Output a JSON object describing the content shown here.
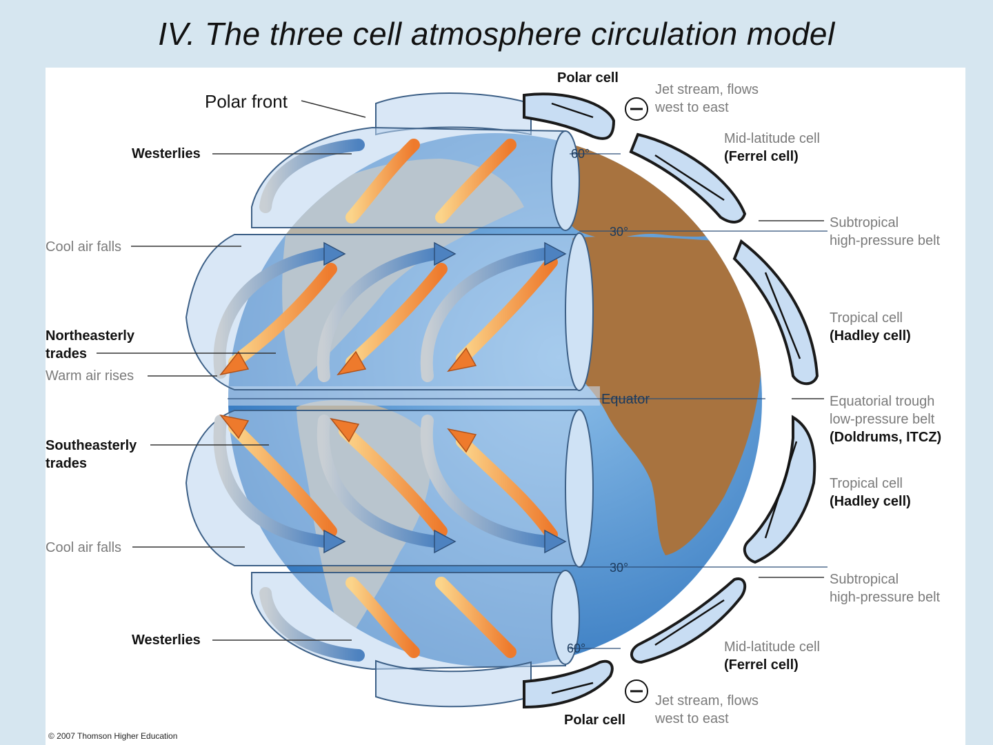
{
  "title": "IV. The three cell atmosphere circulation model",
  "left_labels": {
    "polar_front": "Polar front",
    "westerlies_top": "Westerlies",
    "cool_air_falls_top": "Cool air falls",
    "ne_trades_1": "Northeasterly",
    "ne_trades_2": "trades",
    "warm_air_rises": "Warm air rises",
    "se_trades_1": "Southeasterly",
    "se_trades_2": "trades",
    "cool_air_falls_bottom": "Cool air falls",
    "westerlies_bottom": "Westerlies"
  },
  "right_labels": {
    "polar_cell_top": "Polar cell",
    "jet_stream_top_1": "Jet stream, flows",
    "jet_stream_top_2": "west to east",
    "mid_lat_top_1": "Mid-latitude cell",
    "mid_lat_top_2": "(Ferrel cell)",
    "subtropical_top_1": "Subtropical",
    "subtropical_top_2": "high-pressure belt",
    "tropical_top_1": "Tropical cell",
    "tropical_top_2": "(Hadley cell)",
    "equatorial_1": "Equatorial trough",
    "equatorial_2": "low-pressure belt",
    "equatorial_3": "(Doldrums, ITCZ)",
    "tropical_bottom_1": "Tropical cell",
    "tropical_bottom_2": "(Hadley cell)",
    "subtropical_bottom_1": "Subtropical",
    "subtropical_bottom_2": "high-pressure belt",
    "mid_lat_bottom_1": "Mid-latitude cell",
    "mid_lat_bottom_2": "(Ferrel cell)",
    "jet_stream_bottom_1": "Jet stream, flows",
    "jet_stream_bottom_2": "west to east",
    "polar_cell_bottom": "Polar cell"
  },
  "globe_labels": {
    "lat_60_north": "60°",
    "lat_30_north": "30°",
    "equator": "Equator",
    "lat_30_south": "30°",
    "lat_60_south": "60°"
  },
  "copyright": "© 2007 Thomson Higher Education",
  "colors": {
    "background": "#d6e6f0",
    "ocean": "#4a8fd0",
    "land": "#a8733f",
    "cell_fill": "#bcd6f0",
    "warm_arrow": "#f28a3a",
    "cool_arrow": "#5a8cc4"
  }
}
